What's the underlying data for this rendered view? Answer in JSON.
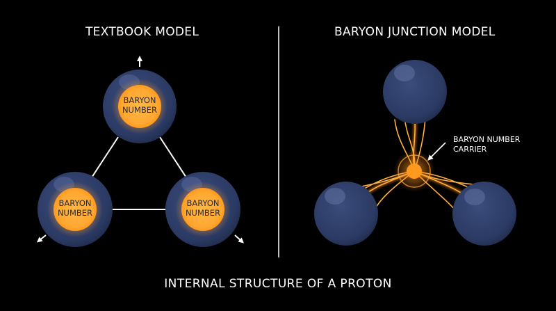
{
  "left_panel": {
    "title": "TEXTBOOK MODEL",
    "quarks": [
      {
        "line1": "BARYON",
        "line2": "NUMBER"
      },
      {
        "line1": "BARYON",
        "line2": "NUMBER"
      },
      {
        "line1": "BARYON",
        "line2": "NUMBER"
      }
    ]
  },
  "right_panel": {
    "title": "BARYON JUNCTION MODEL",
    "junction_label_line1": "BARYON NUMBER",
    "junction_label_line2": "CARRIER"
  },
  "caption": "INTERNAL STRUCTURE OF A PROTON",
  "colors": {
    "background": "#000000",
    "quark": "#2b3a63",
    "quark_highlight": "#5a6c9a",
    "baryon_core": "#ffab3a",
    "glow": "#ff9a1e",
    "lines": "#ffffff"
  }
}
